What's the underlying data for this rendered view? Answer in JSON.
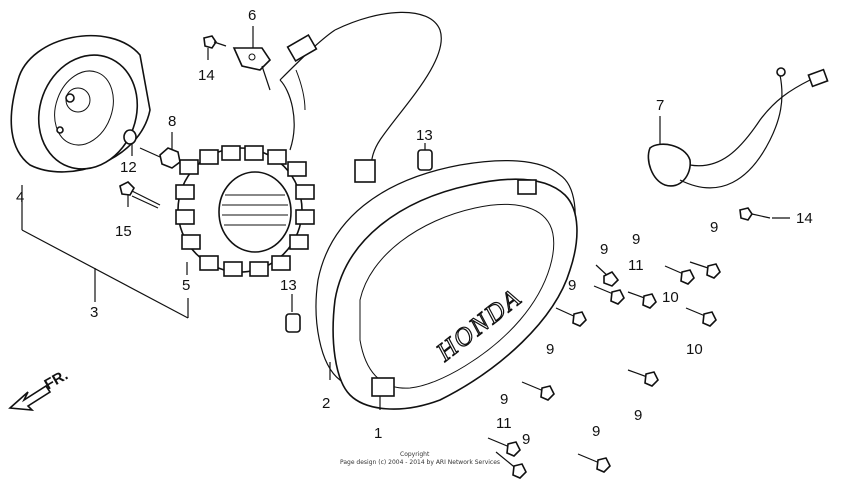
{
  "callouts": [
    {
      "id": "c6",
      "text": "6"
    },
    {
      "id": "c14a",
      "text": "14"
    },
    {
      "id": "c8",
      "text": "8"
    },
    {
      "id": "c12",
      "text": "12"
    },
    {
      "id": "c4",
      "text": "4"
    },
    {
      "id": "c15",
      "text": "15"
    },
    {
      "id": "c13a",
      "text": "13"
    },
    {
      "id": "c7",
      "text": "7"
    },
    {
      "id": "c14b",
      "text": "14"
    },
    {
      "id": "c5",
      "text": "5"
    },
    {
      "id": "c3",
      "text": "3"
    },
    {
      "id": "c13b",
      "text": "13"
    },
    {
      "id": "c9a",
      "text": "9"
    },
    {
      "id": "c9b",
      "text": "9"
    },
    {
      "id": "c9c",
      "text": "9"
    },
    {
      "id": "c11a",
      "text": "11"
    },
    {
      "id": "c9d",
      "text": "9"
    },
    {
      "id": "c10a",
      "text": "10"
    },
    {
      "id": "c10b",
      "text": "10"
    },
    {
      "id": "c9e",
      "text": "9"
    },
    {
      "id": "c2",
      "text": "2"
    },
    {
      "id": "c1",
      "text": "1"
    },
    {
      "id": "c9f",
      "text": "9"
    },
    {
      "id": "c9g",
      "text": "9"
    },
    {
      "id": "c11b",
      "text": "11"
    },
    {
      "id": "c9h",
      "text": "9"
    },
    {
      "id": "c9i",
      "text": "9"
    }
  ],
  "brand_text": "HONDA",
  "direction_label": "FR.",
  "copyright": {
    "line1": "Copyright",
    "line2": "Page design (c) 2004 - 2014 by ARI Network Services"
  },
  "colors": {
    "ink": "#111111",
    "background": "#ffffff"
  }
}
